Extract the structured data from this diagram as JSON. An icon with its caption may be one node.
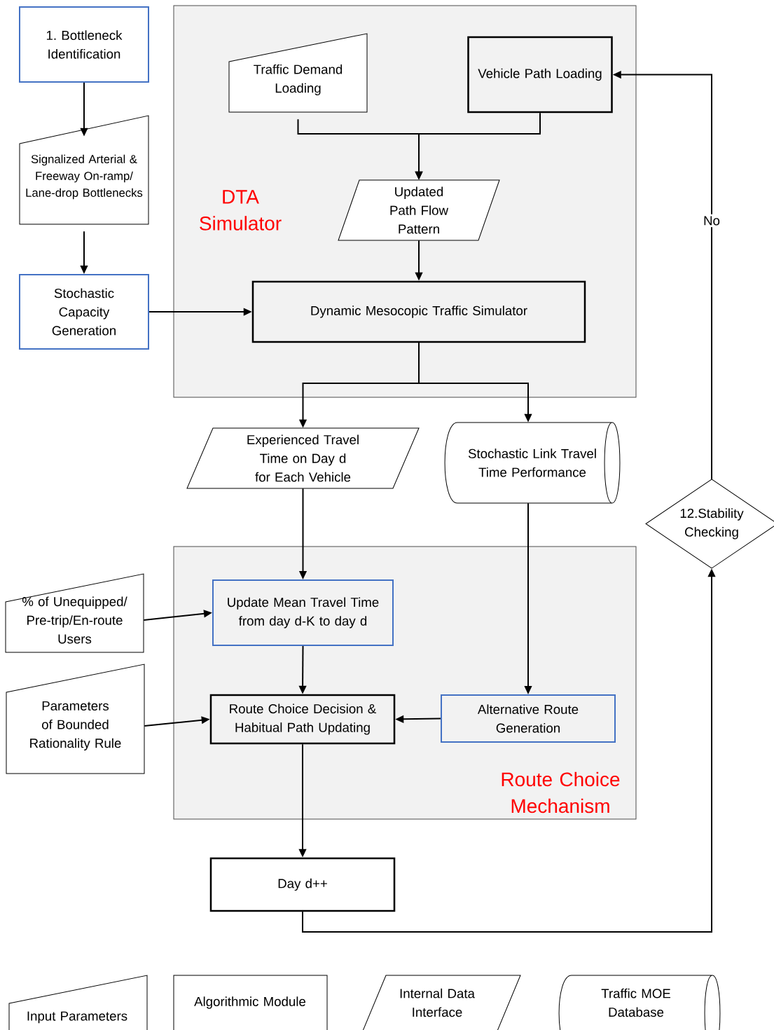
{
  "diagram": {
    "nodes": [
      {
        "text": [
          "DTA Simulator"
        ]
      },
      {
        "text": [
          "1. Bottleneck Identification"
        ]
      },
      {
        "text": [
          "Signalized Arterial & Freeway On-ramp/ Lane-drop Bottlenecks"
        ]
      },
      {
        "text": [
          "Stochastic Capacity Generation"
        ]
      },
      {
        "text": [
          "Traffic Demand Loading"
        ],
        "in": 0
      },
      {
        "text": [
          "Vehicle Path Loading"
        ],
        "in": 0
      },
      {
        "text": [
          "Updated Path Flow Pattern"
        ],
        "in": 0
      },
      {
        "text": [
          "Dynamic Mesocopic Traffic Simulator"
        ],
        "in": 0
      },
      {
        "text": [
          "Experienced Travel Time on Day d for Each Vehicle"
        ]
      },
      {
        "text": [
          "Stochastic Link Travel Time Performance"
        ]
      },
      {
        "text": [
          "Route Choice Mechanism"
        ]
      },
      {
        "text": [
          "12.Stability Checking"
        ]
      },
      {
        "text": [
          "% of Unequipped/ Pre-trip/En-route Users"
        ]
      },
      {
        "text": [
          "Update Mean Travel Time from day d-K to day d"
        ],
        "in": 10
      },
      {
        "text": [
          "Parameters of Bounded Rationality Rule"
        ]
      },
      {
        "text": [
          "Route Choice Decision & Habitual Path Updating"
        ],
        "in": 10
      },
      {
        "text": [
          "Alternative Route Generation"
        ],
        "in": 10
      },
      {
        "text": [
          "Day d++"
        ]
      }
    ],
    "edges": [
      {
        "from": 1,
        "to": 2,
        "arrow": "to"
      },
      {
        "from": 2,
        "to": 3,
        "arrow": "to"
      },
      {
        "from": 3,
        "to": 7,
        "arrow": "to"
      },
      {
        "from": 4,
        "to": 6,
        "arrow": "to"
      },
      {
        "from": 5,
        "to": 6,
        "arrow": "to"
      },
      {
        "from": 6,
        "to": 7,
        "arrow": "to"
      },
      {
        "from": 7,
        "to": 8,
        "arrow": "to"
      },
      {
        "from": 7,
        "to": 9,
        "arrow": "to"
      },
      {
        "from": 8,
        "to": 13,
        "arrow": "to"
      },
      {
        "from": 9,
        "to": 16,
        "arrow": "to"
      },
      {
        "from": 12,
        "to": 13,
        "arrow": "to"
      },
      {
        "from": 14,
        "to": 15,
        "arrow": "to"
      },
      {
        "from": 13,
        "to": 15,
        "arrow": "to"
      },
      {
        "from": 16,
        "to": 15,
        "arrow": "to"
      },
      {
        "from": 15,
        "to": 17,
        "arrow": "to"
      },
      {
        "from": 17,
        "to": 11,
        "arrow": "to"
      },
      {
        "from": 11,
        "to": 5,
        "arrow": "to",
        "label": "No"
      }
    ],
    "legend": [
      {
        "text": "Input Parameters"
      },
      {
        "text": "Algorithmic Module"
      },
      {
        "text": "Internal Data Interface"
      },
      {
        "text": "Traffic MOE Database"
      }
    ]
  }
}
